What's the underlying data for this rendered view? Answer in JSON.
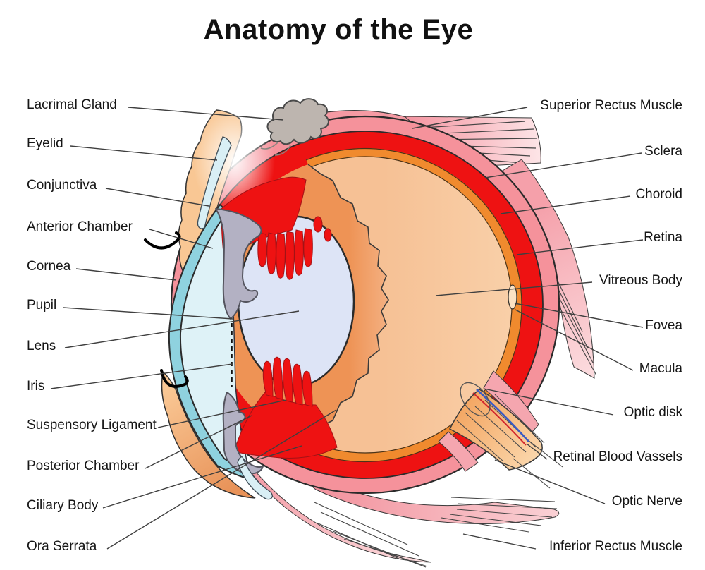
{
  "title": "Anatomy of the Eye",
  "labels_left": [
    "Lacrimal Gland",
    "Eyelid",
    "Conjunctiva",
    "Anterior Chamber",
    "Cornea",
    "Pupil",
    "Lens",
    "Iris",
    "Suspensory Ligament",
    "Posterior Chamber",
    "Ciliary Body",
    "Ora Serrata"
  ],
  "labels_right": [
    "Superior Rectus Muscle",
    "Sclera",
    "Choroid",
    "Retina",
    "Vitreous Body",
    "Fovea",
    "Macula",
    "Optic disk",
    "Retinal Blood Vassels",
    "Optic Nerve",
    "Inferior Rectus Muscle"
  ],
  "colors": {
    "sclera_pink": "#F5929B",
    "choroid_red": "#EE1212",
    "retina_orange": "#F08A2E",
    "vitreous_peach": "#F6C296",
    "lens_lavender": "#DDE4F6",
    "cornea_teal": "#8FD2DF",
    "anterior_chamber_blue": "#DEF2F7",
    "iris_gray": "#B3B1C3",
    "muscle_pink": "#F59AA3",
    "skin_peach": "#F9C794",
    "lacrimal_gland_gray": "#BDB5AF",
    "vessel_blue": "#3B5BC4",
    "vessel_red": "#D2252C"
  }
}
